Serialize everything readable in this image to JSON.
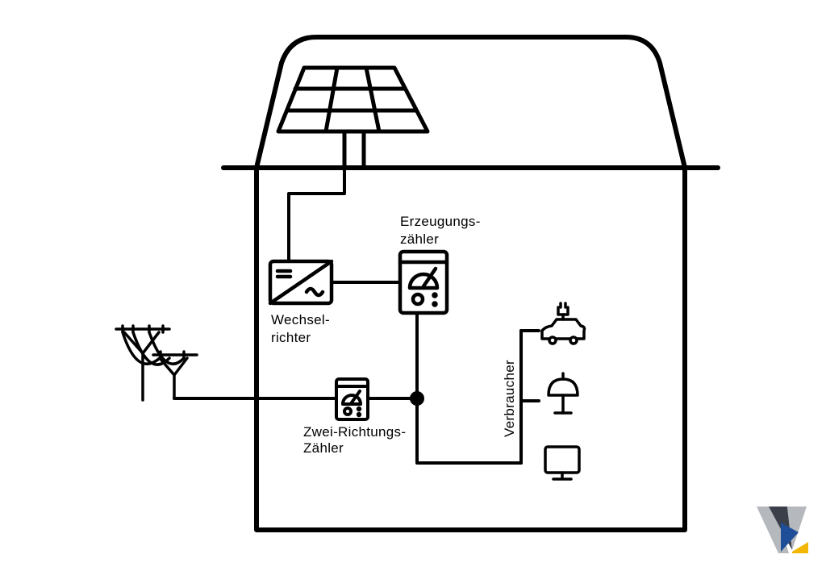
{
  "labels": {
    "inverter_line1": "Wechsel-",
    "inverter_line2": "richter",
    "generation_meter_line1": "Erzeugungs-",
    "generation_meter_line2": "zähler",
    "bidirectional_meter_line1": "Zwei-Richtungs-",
    "bidirectional_meter_line2": "Zähler",
    "consumers": "Verbraucher"
  },
  "icons": {
    "solar_panel": "solar-panel-icon",
    "inverter": "inverter-icon",
    "generation_meter": "meter-icon",
    "bidirectional_meter": "meter-icon",
    "power_pylon": "power-pylon-icon",
    "electric_car": "electric-car-icon",
    "lamp": "lamp-icon",
    "monitor": "monitor-icon",
    "logo": "logo-icon"
  },
  "colors": {
    "line": "#000000",
    "background": "#ffffff",
    "logo_dark": "#3a3f4a",
    "logo_blue": "#1f4e99",
    "logo_yellow": "#f2b705",
    "logo_grey": "#b5b8bd"
  }
}
